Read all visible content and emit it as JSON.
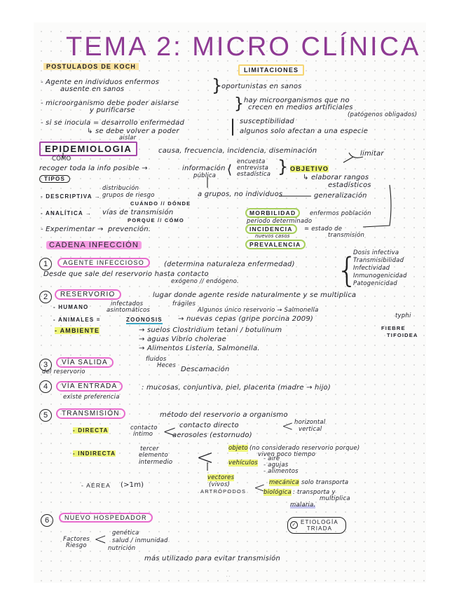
{
  "title": "TEMA 2: MICRO CLÍNICA",
  "koch": {
    "heading": "POSTULADOS DE KOCH",
    "limitations_heading": "LIMITACIONES",
    "rows": [
      {
        "postulate": "- Agente en individuos enfermos",
        "postulate_2": "ausente en sanos",
        "limitation": "oportunistas en sanos"
      },
      {
        "postulate": "- microorganismo debe poder aislarse",
        "postulate_2": "y purificarse",
        "limitation": "hay microorganismos que no",
        "limitation_2": "crecen en medios artificiales",
        "limitation_3": "(patógenos obligados)"
      },
      {
        "postulate": "- si se inocula = desarrollo enfermedad",
        "postulate_2": "↳ se debe volver a poder",
        "postulate_3": "aislar",
        "limitation": "susceptibilidad",
        "limitation_2": "algunos solo afectan a una especie"
      }
    ]
  },
  "epidemiologia": {
    "heading": "EPIDEMIOLOGIA",
    "definition": "causa, frecuencia, incidencia, diseminación",
    "limitar": "limitar",
    "como": "CÓMO",
    "recoger": "recoger toda la info posible →",
    "informacion": "información",
    "publica": "pública",
    "sources": [
      "encuesta",
      "entrevista",
      "estadística"
    ],
    "objetivo": "OBJETIVO",
    "objetivo_desc": "↳ elaborar rangos",
    "objetivo_desc_2": "estadísticos",
    "tipos": "TIPOS",
    "grupos": "a grupos, no individuos",
    "generalizacion": "generalización",
    "types": [
      {
        "name": "- DESCRIPTIVA →",
        "desc": "distribución",
        "desc_2": "grupos de riesgo",
        "desc_3": "CUÁNDO // DÓNDE"
      },
      {
        "name": "- ANALÍTICA →",
        "desc": "vías de transmisión",
        "desc_3": "PORQUE // CÓMO"
      },
      {
        "name": "- Experimentar →",
        "desc": "prevención."
      }
    ],
    "measures": [
      {
        "label": "MORBILIDAD",
        "desc": "enfermos población",
        "desc_2": "periodo determinado"
      },
      {
        "label": "INCIDENCIA",
        "desc": "= estado de",
        "desc_2": "transmisión",
        "sub": "nuevos casos"
      },
      {
        "label": "PREVALENCIA"
      }
    ]
  },
  "cadena": {
    "heading": "CADENA INFECCIÓN",
    "items": [
      {
        "num": "1",
        "label": "AGENTE INFECCIOSO",
        "desc": "(determina naturaleza enfermedad)",
        "desc_2": "Desde que sale del reservorio hasta contacto",
        "desc_3": "exógeno // endógeno.",
        "properties": [
          "Dosis infectiva",
          "Transmisibilidad",
          "Infectividad",
          "Inmunogenicidad",
          "Patogenicidad"
        ]
      },
      {
        "num": "2",
        "label": "RESERVORIO",
        "desc": "lugar donde agente reside naturalmente y se multiplica",
        "subs": [
          {
            "name": "- HUMANO",
            "detail": "infectados",
            "detail_2": "asintomáticos",
            "note": "frágiles",
            "note_2": "Algunos único reservorio → Salmonella",
            "note_3": "typhi",
            "note_4": "fiebre",
            "note_5": "TIFOIDEA"
          },
          {
            "name": "- ANIMALES =",
            "zoonosis": "ZOONOSIS",
            "detail": "→ nuevas cepas (gripe porcina 2009)"
          },
          {
            "name": "- AMBIENTE",
            "lines": [
              "→ suelos   Clostridium tetani / botulinum",
              "→ aguas   Vibrio cholerae",
              "→ Alimentos   Listeria, Salmonella."
            ]
          }
        ]
      },
      {
        "num": "3",
        "label": "VÍA SALIDA",
        "desc_2": "del reservorio",
        "exits": [
          "fluidos",
          "Heces",
          "Descamación"
        ]
      },
      {
        "num": "4",
        "label": "VÍA ENTRADA",
        "desc": ": mucosas, conjuntiva, piel, placenta (madre → hijo)",
        "desc_2": "existe preferencia"
      },
      {
        "num": "5",
        "label": "TRANSMISIÓN",
        "desc": "método del reservorio a organismo",
        "subs": [
          {
            "name": "- DIRECTA",
            "detail": "contacto",
            "detail_2": "íntimo",
            "branch": "contacto directo",
            "branch_2": "aerosoles (estornudo)",
            "leaf": "horizontal",
            "leaf_2": "vertical"
          },
          {
            "name": "- INDIRECTA",
            "detail": "tercer",
            "detail_2": "elemento",
            "detail_3": "intermedio",
            "objeto": "objeto",
            "objeto_desc": "(no considerado reservorio porque)",
            "objeto_desc_2": "viven poco tiempo",
            "vehiculos": "vehículos",
            "vehiculos_list": [
              "- aire",
              "- agujas",
              "- alimentos"
            ],
            "vectores": "vectores",
            "vectores_2": "(vivos)",
            "vectores_3": "ARTRÓPODOS",
            "mecanica": "mecánica",
            "mecanica_desc": ": solo transporta",
            "biologica": "biológica",
            "biologica_desc": ": transporta y",
            "biologica_desc_2": "multiplica",
            "biologica_desc_3": "malaria."
          },
          {
            "name": "- AÉREA",
            "detail": "(>1m)"
          }
        ]
      },
      {
        "num": "6",
        "label": "NUEVO HOSPEDADOR",
        "factors": "Factores",
        "factors_2": "Riesgo",
        "factor_list": [
          "genética",
          "salud / inmunidad",
          "nutrición"
        ]
      }
    ],
    "etiologia": "ETIOLOGÍA",
    "etiologia_2": "TRIADA",
    "footer": "más utilizado para evitar transmisión"
  },
  "colors": {
    "title_purple": "#8e3a93",
    "highlight_yellow": "#fbe3a1",
    "box_purple": "#a648a8",
    "highlight_pink": "#f59ee3",
    "oval_green": "#a7cf5c",
    "lime": "#eef57a",
    "blue_underline": "#3aa6c4"
  }
}
